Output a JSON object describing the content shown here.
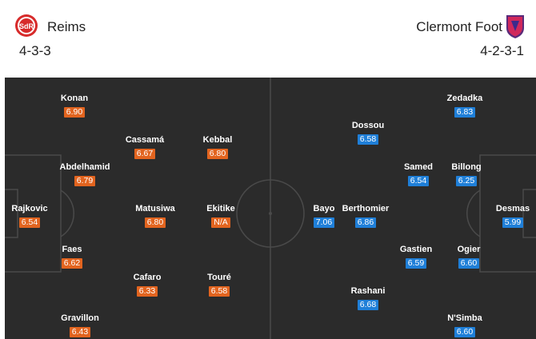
{
  "colors": {
    "pitch": "#2b2b2b",
    "home_rating": "#e2641f",
    "away_rating": "#1f7fd8",
    "lines": "#4a4a4a"
  },
  "home": {
    "name": "Reims",
    "formation": "4-3-3",
    "logo_icon": "reims-crest-icon",
    "players": [
      {
        "name": "Konan",
        "rating": "6.90"
      },
      {
        "name": "Cassamá",
        "rating": "6.67"
      },
      {
        "name": "Kebbal",
        "rating": "6.80"
      },
      {
        "name": "Abdelhamid",
        "rating": "6.79"
      },
      {
        "name": "Rajkovic",
        "rating": "6.54"
      },
      {
        "name": "Matusiwa",
        "rating": "6.80"
      },
      {
        "name": "Ekitike",
        "rating": "N/A"
      },
      {
        "name": "Faes",
        "rating": "6.62"
      },
      {
        "name": "Cafaro",
        "rating": "6.33"
      },
      {
        "name": "Touré",
        "rating": "6.58"
      },
      {
        "name": "Gravillon",
        "rating": "6.43"
      }
    ]
  },
  "away": {
    "name": "Clermont Foot",
    "formation": "4-2-3-1",
    "logo_icon": "clermont-crest-icon",
    "players": [
      {
        "name": "Zedadka",
        "rating": "6.83"
      },
      {
        "name": "Dossou",
        "rating": "6.58"
      },
      {
        "name": "Samed",
        "rating": "6.54"
      },
      {
        "name": "Billong",
        "rating": "6.25"
      },
      {
        "name": "Bayo",
        "rating": "7.06"
      },
      {
        "name": "Berthomier",
        "rating": "6.86"
      },
      {
        "name": "Desmas",
        "rating": "5.99"
      },
      {
        "name": "Gastien",
        "rating": "6.59"
      },
      {
        "name": "Ogier",
        "rating": "6.60"
      },
      {
        "name": "Rashani",
        "rating": "6.68"
      },
      {
        "name": "N'Simba",
        "rating": "6.60"
      }
    ]
  }
}
